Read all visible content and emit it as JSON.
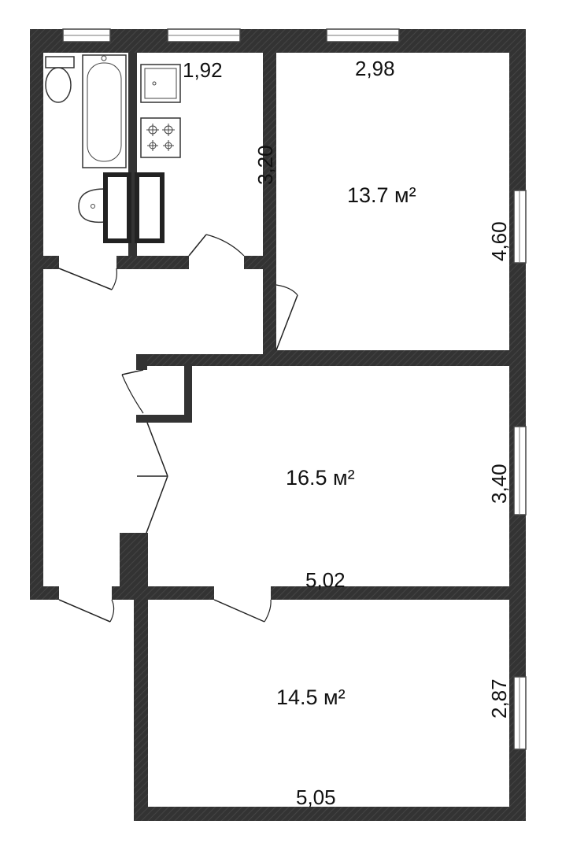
{
  "rooms": [
    {
      "area": "13.7 м²"
    },
    {
      "area": "16.5 м²"
    },
    {
      "area": "14.5 м²"
    }
  ],
  "dimensions": {
    "kitchen_width": "1,92",
    "kitchen_length": "3,20",
    "room1_width": "2,98",
    "room1_length": "4,60",
    "room2_width": "5,02",
    "room2_length": "3,40",
    "room3_width": "5,05",
    "room3_length": "2,87"
  },
  "colors": {
    "wall": "#333333",
    "background": "#ffffff"
  }
}
